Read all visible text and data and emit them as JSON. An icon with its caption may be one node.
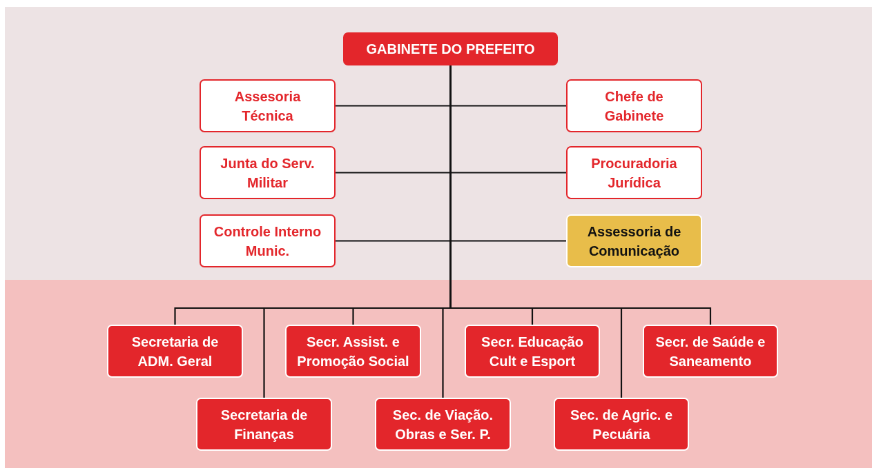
{
  "diagram": {
    "nodes": [
      {
        "text": [
          "GABINETE DO PREFEITO"
        ]
      },
      {
        "text": [
          "Assesoria Técnica"
        ]
      },
      {
        "text": [
          "Chefe de Gabinete"
        ]
      },
      {
        "text": [
          "Junta do Serv. Militar"
        ]
      },
      {
        "text": [
          "Procuradoria Jurídica"
        ]
      },
      {
        "text": [
          "Controle Interno Munic."
        ]
      },
      {
        "text": [
          "Assessoria de Comunicação"
        ]
      },
      {
        "text": [
          "Secretaria de ADM. Geral"
        ]
      },
      {
        "text": [
          "Secr. Assist. e Promoção Social"
        ]
      },
      {
        "text": [
          "Secr. Educação Cult e Esport"
        ]
      },
      {
        "text": [
          "Secr. de Saúde e Saneamento"
        ]
      },
      {
        "text": [
          "Secretaria de Finanças"
        ]
      },
      {
        "text": [
          "Sec. de Viação. Obras e Ser. P."
        ]
      },
      {
        "text": [
          "Sec. de Agric. e Pecuária"
        ]
      }
    ],
    "edges": [
      {
        "from": 0,
        "to": 1,
        "arrow": "none"
      },
      {
        "from": 0,
        "to": 2,
        "arrow": "none"
      },
      {
        "from": 0,
        "to": 3,
        "arrow": "none"
      },
      {
        "from": 0,
        "to": 4,
        "arrow": "none"
      },
      {
        "from": 0,
        "to": 5,
        "arrow": "none"
      },
      {
        "from": 0,
        "to": 6,
        "arrow": "none"
      },
      {
        "from": 0,
        "to": 7,
        "arrow": "none"
      },
      {
        "from": 0,
        "to": 8,
        "arrow": "none"
      },
      {
        "from": 0,
        "to": 9,
        "arrow": "none"
      },
      {
        "from": 0,
        "to": 10,
        "arrow": "none"
      },
      {
        "from": 0,
        "to": 11,
        "arrow": "none"
      },
      {
        "from": 0,
        "to": 12,
        "arrow": "none"
      },
      {
        "from": 0,
        "to": 13,
        "arrow": "none"
      }
    ]
  }
}
